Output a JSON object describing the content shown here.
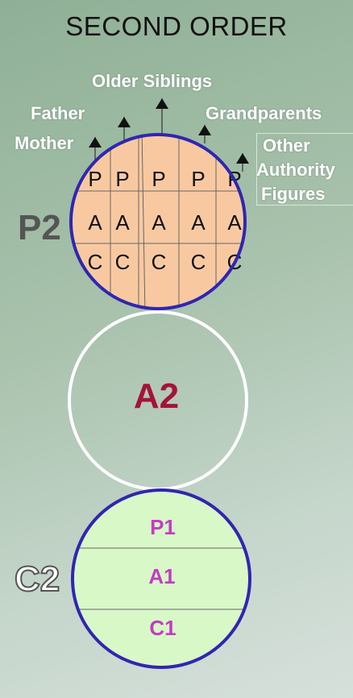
{
  "title": "SECOND ORDER",
  "labels": {
    "older_siblings": "Older Siblings",
    "father": "Father",
    "grandparents": "Grandparents",
    "mother": "Mother",
    "other_authority": [
      "Other",
      "Authority",
      "Figures"
    ]
  },
  "p2": {
    "side_label": "P2",
    "rows": [
      [
        "P",
        "P",
        "P",
        "P",
        "P"
      ],
      [
        "A",
        "A",
        "A",
        "A",
        "A"
      ],
      [
        "C",
        "C",
        "C",
        "C",
        "C"
      ]
    ]
  },
  "a2": {
    "label": "A2"
  },
  "c2": {
    "side_label": "C2",
    "sections": [
      "P1",
      "A1",
      "C1"
    ]
  },
  "colors": {
    "p2_fill": "#f8c9a1",
    "c2_fill": "#d8f8c8",
    "circle_stroke": "#3026b0",
    "a2_text": "#a3143a",
    "c2_text": "#c43bc4"
  }
}
